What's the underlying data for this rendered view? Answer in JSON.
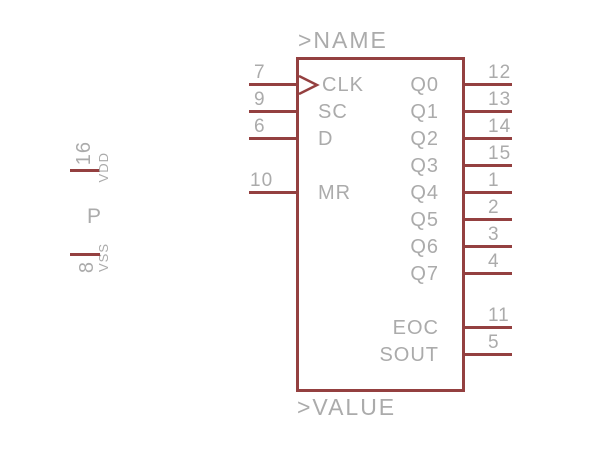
{
  "colors": {
    "background": "#FFFFFF",
    "symbol": "#944040",
    "text": "#ABABAB"
  },
  "labels": {
    "name": ">NAME",
    "value": ">VALUE"
  },
  "pins": {
    "left": [
      {
        "number": "7",
        "name": "CLK",
        "clock": true
      },
      {
        "number": "9",
        "name": "SC",
        "clock": false
      },
      {
        "number": "6",
        "name": "D",
        "clock": false
      },
      {
        "number": "10",
        "name": "MR",
        "clock": false
      }
    ],
    "right": [
      {
        "number": "12",
        "name": "Q0"
      },
      {
        "number": "13",
        "name": "Q1"
      },
      {
        "number": "14",
        "name": "Q2"
      },
      {
        "number": "15",
        "name": "Q3"
      },
      {
        "number": "1",
        "name": "Q4"
      },
      {
        "number": "2",
        "name": "Q5"
      },
      {
        "number": "3",
        "name": "Q6"
      },
      {
        "number": "4",
        "name": "Q7"
      },
      {
        "number": "11",
        "name": "EOC"
      },
      {
        "number": "5",
        "name": "SOUT"
      }
    ],
    "power": {
      "designator": "P",
      "vdd": {
        "number": "16",
        "name": "VDD"
      },
      "vss": {
        "number": "8",
        "name": "VSS"
      }
    }
  }
}
